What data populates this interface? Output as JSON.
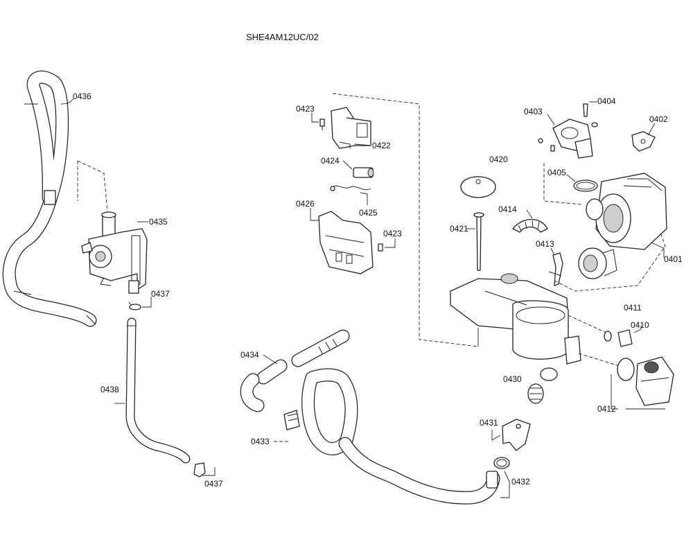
{
  "title": "SHE4AM12UC/02",
  "labels": {
    "p0436": "0436",
    "p0435": "0435",
    "p0437a": "0437",
    "p0437b": "0437",
    "p0438": "0438",
    "p0423a": "0423",
    "p0422": "0422",
    "p0424": "0424",
    "p0425": "0425",
    "p0426": "0426",
    "p0423b": "0423",
    "p0434": "0434",
    "p0433": "0433",
    "p0420": "0420",
    "p0421": "0421",
    "p0414": "0414",
    "p0413": "0413",
    "p0403": "0403",
    "p0404": "0404",
    "p0402": "0402",
    "p0405": "0405",
    "p0401": "0401",
    "p0411": "0411",
    "p0410": "0410",
    "p0430": "0430",
    "p0412": "0412",
    "p0431": "0431",
    "p0432": "0432"
  }
}
